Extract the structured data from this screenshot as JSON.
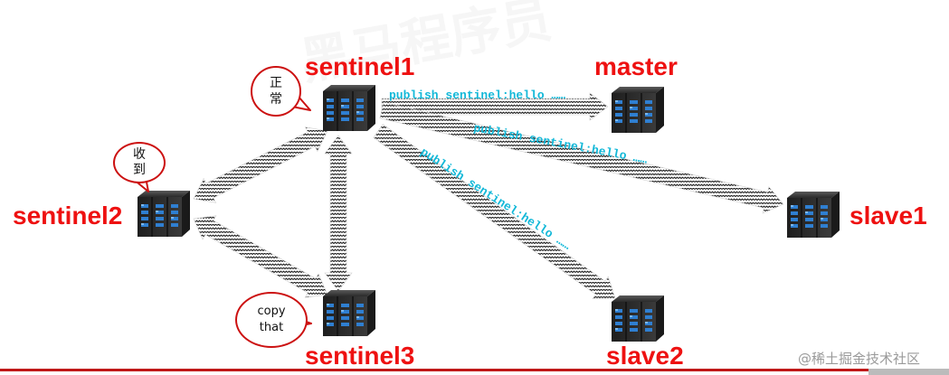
{
  "nodes": {
    "sentinel1": {
      "label": "sentinel1"
    },
    "sentinel2": {
      "label": "sentinel2"
    },
    "sentinel3": {
      "label": "sentinel3"
    },
    "master": {
      "label": "master"
    },
    "slave1": {
      "label": "slave1"
    },
    "slave2": {
      "label": "slave2"
    }
  },
  "bubbles": {
    "sentinel1": {
      "line1": "正",
      "line2": "常"
    },
    "sentinel2": {
      "line1": "收",
      "line2": "到"
    },
    "sentinel3": {
      "line1": "copy",
      "line2": "that"
    }
  },
  "messages": {
    "to_master": "publish sentinel:hello ……",
    "to_slave1": "publish sentinel:hello ……",
    "to_slave2": "publish sentinel:hello ……"
  },
  "watermark": "黑马程序员",
  "credit": "@稀土掘金技术社区",
  "colors": {
    "label": "#ee1111",
    "message": "#12b8d8",
    "bubble_border": "#cc1111",
    "server_body": "#2b2b2b",
    "server_light": "#2f7fd1"
  },
  "icons": {
    "server": "server-rack-icon"
  }
}
